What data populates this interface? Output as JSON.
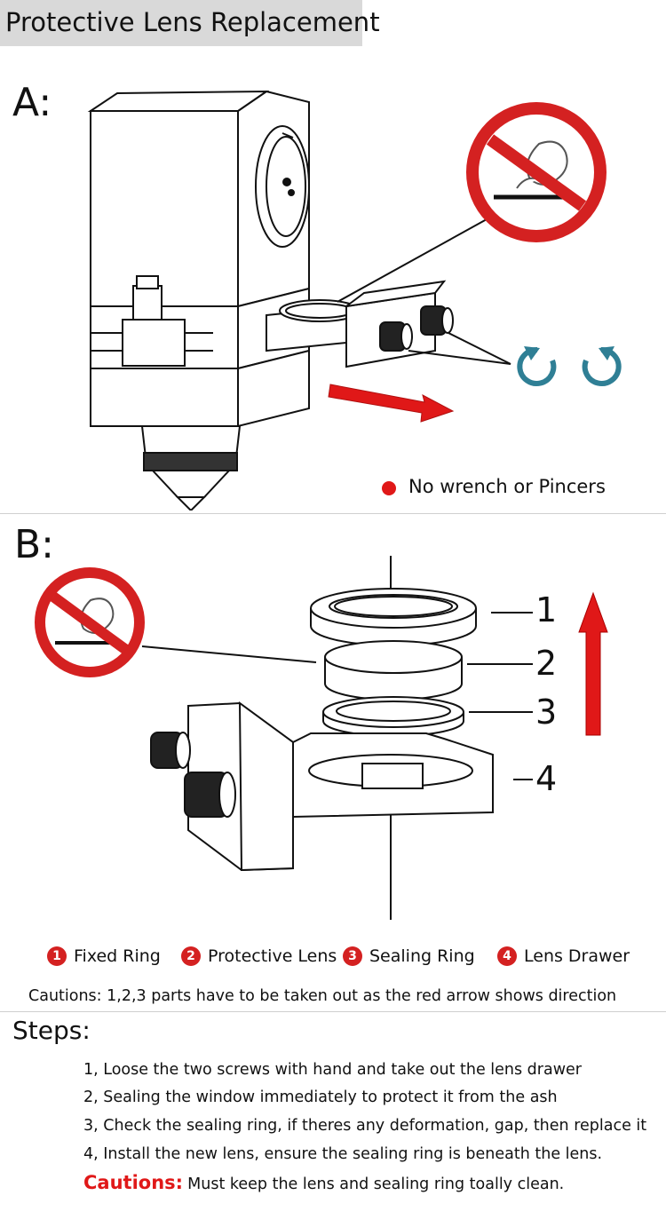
{
  "header": {
    "title": "Protective Lens Replacement"
  },
  "section_a": {
    "label": "A:",
    "note": "No wrench or Pincers",
    "note_bullet_color": "#e01818",
    "icons": [
      "no-hand-icon",
      "counterclockwise-icon",
      "clockwise-icon"
    ]
  },
  "section_b": {
    "label": "B:",
    "part_numbers": [
      "1",
      "2",
      "3",
      "4"
    ],
    "legend": [
      {
        "num": "1",
        "label": "Fixed Ring"
      },
      {
        "num": "2",
        "label": "Protective Lens"
      },
      {
        "num": "3",
        "label": "Sealing Ring"
      },
      {
        "num": "4",
        "label": "Lens Drawer"
      }
    ],
    "caution": "Cautions: 1,2,3 parts have to be taken out as the red arrow shows direction"
  },
  "steps": {
    "title": "Steps:",
    "items": [
      "1, Loose the two screws with hand and take out the lens drawer",
      "2, Sealing the window immediately to protect it from the ash",
      "3, Check the sealing ring, if theres any deformation, gap, then replace it",
      "4, Install the new lens, ensure the sealing ring is beneath the lens."
    ],
    "caution_label": "Cautions:",
    "caution_text": "Must keep the lens and sealing ring toally clean."
  },
  "colors": {
    "accent_red": "#d42121",
    "arrow_blue": "#2f7f95",
    "title_bg": "#d9d9d9"
  }
}
